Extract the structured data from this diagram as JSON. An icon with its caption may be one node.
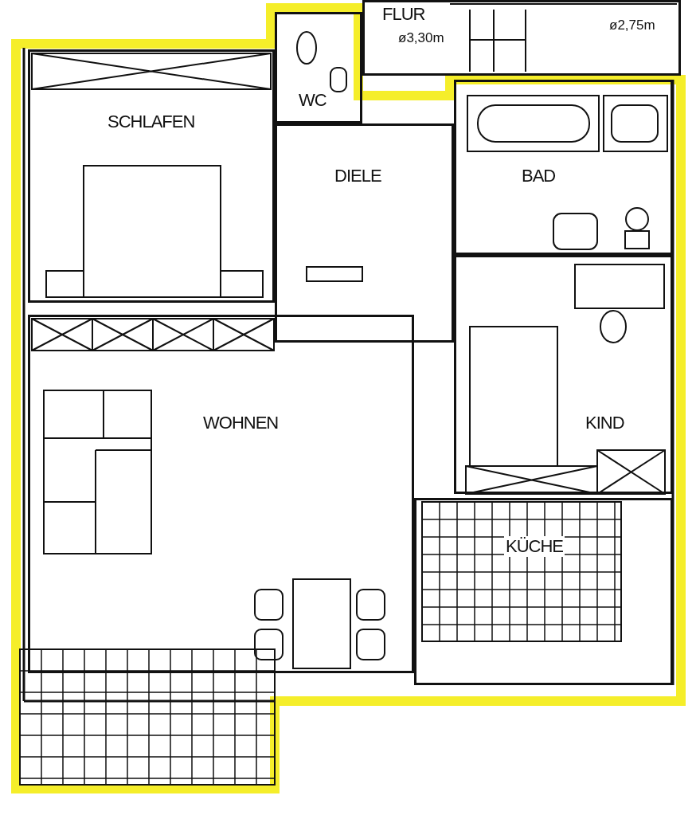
{
  "diagram": {
    "nodes": [
      {
        "text": [
          "FLUR"
        ]
      },
      {
        "text": [
          "WC"
        ]
      },
      {
        "text": [
          "SCHLAFEN"
        ]
      },
      {
        "text": [
          "DIELE"
        ]
      },
      {
        "text": [
          "BAD"
        ]
      },
      {
        "text": [
          "WOHNEN"
        ]
      },
      {
        "text": [
          "KIND"
        ]
      },
      {
        "text": [
          "KÜCHE"
        ]
      }
    ],
    "edges": [],
    "labels": [
      "ø3,30m",
      "ø2,75m"
    ]
  }
}
